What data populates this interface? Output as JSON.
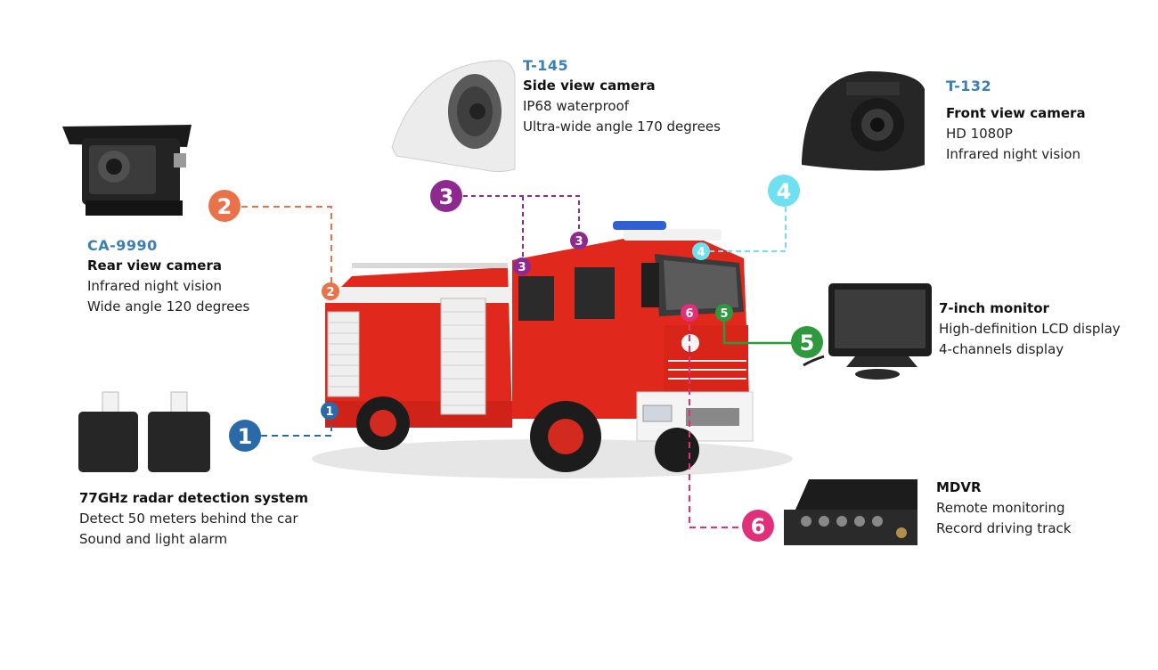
{
  "colors": {
    "c1": "#2a6aa8",
    "c2": "#e8734a",
    "c3": "#8e2a8f",
    "c4": "#6fe0ef",
    "c5": "#2f9a3d",
    "c6": "#e0307a",
    "model_text": "#3a7fb5",
    "truck_red": "#e0281d"
  },
  "rear_camera": {
    "badge": "2",
    "model": "CA-9990",
    "title": "Rear view camera",
    "lines": [
      "Infrared night vision",
      "Wide angle 120 degrees"
    ]
  },
  "side_camera": {
    "badge": "3",
    "model": "T-145",
    "title": "Side view camera",
    "lines": [
      "IP68 waterproof",
      "Ultra-wide angle 170 degrees"
    ]
  },
  "front_camera": {
    "badge": "4",
    "model": "T-132",
    "title": "Front view camera",
    "lines": [
      "HD 1080P",
      "Infrared night vision"
    ]
  },
  "monitor": {
    "badge": "5",
    "title": "7-inch monitor",
    "lines": [
      "High-definition LCD display",
      "4-channels display"
    ]
  },
  "radar": {
    "badge": "1",
    "title": "77GHz radar detection system",
    "lines": [
      "Detect 50 meters behind the car",
      "Sound and light alarm"
    ]
  },
  "mdvr": {
    "badge": "6",
    "title": "MDVR",
    "lines": [
      "Remote monitoring",
      "Record driving track"
    ]
  }
}
